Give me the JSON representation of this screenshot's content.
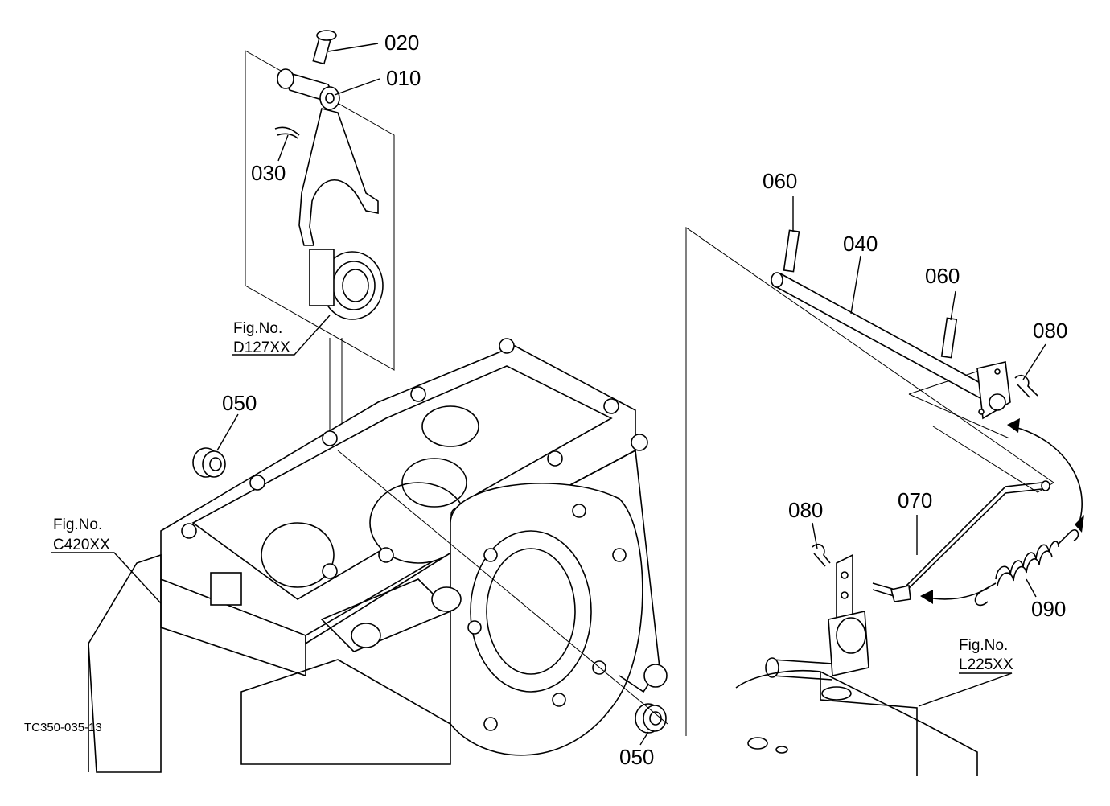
{
  "parts": {
    "p020": "020",
    "p010": "010",
    "p030": "030",
    "p060a": "060",
    "p040": "040",
    "p060b": "060",
    "p080a": "080",
    "p050a": "050",
    "p080b": "080",
    "p070": "070",
    "p090": "090",
    "p050b": "050"
  },
  "fig_refs": {
    "d127": {
      "label": "Fig.No.",
      "code": "D127XX"
    },
    "c420": {
      "label": "Fig.No.",
      "code": "C420XX"
    },
    "l225": {
      "label": "Fig.No.",
      "code": "L225XX"
    }
  },
  "drawing_code": "TC350-035-13"
}
